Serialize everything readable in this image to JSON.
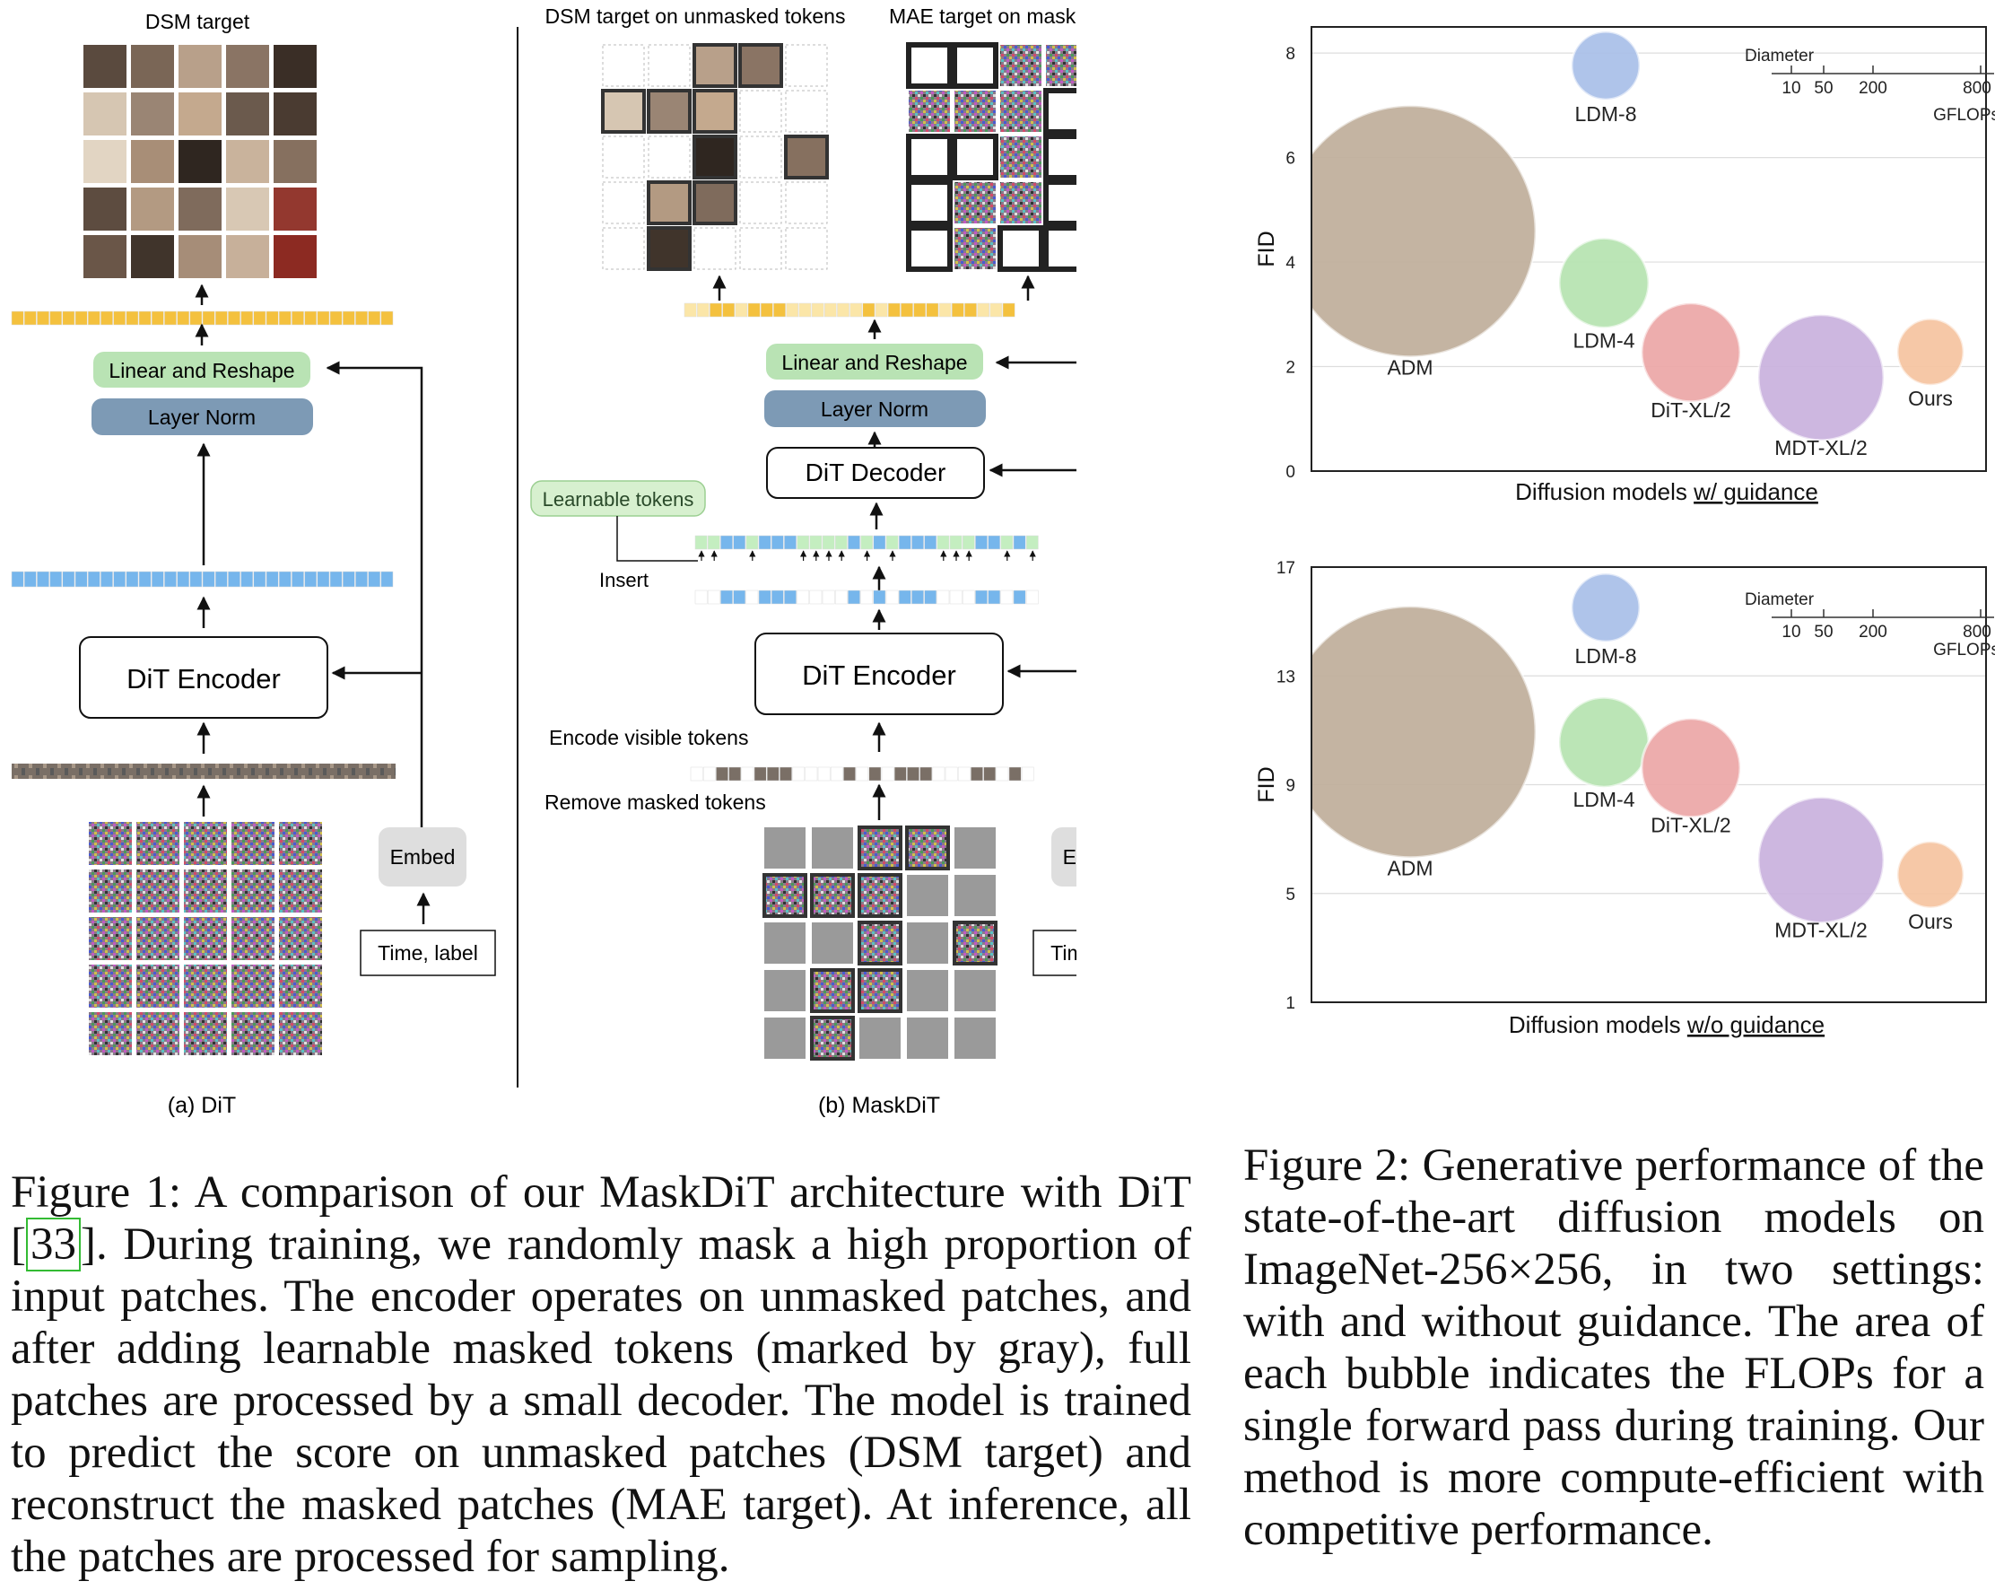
{
  "figure1": {
    "dit": {
      "dsm_target_label": "DSM target",
      "linear_reshape": "Linear and Reshape",
      "layer_norm": "Layer Norm",
      "encoder": "DiT Encoder",
      "embed": "Embed",
      "time_label": "Time, label",
      "panel_label": "(a) DiT"
    },
    "maskdit": {
      "dsm_target_label": "DSM target on unmasked tokens",
      "mae_target_label": "MAE target on masked tokens",
      "linear_reshape": "Linear and Reshape",
      "layer_norm": "Layer Norm",
      "decoder": "DiT Decoder",
      "learnable_tokens": "Learnable tokens",
      "insert": "Insert",
      "encoder": "DiT Encoder",
      "encode_visible": "Encode visible tokens",
      "remove_masked": "Remove masked tokens",
      "embed": "Embed",
      "time_label": "Time, label",
      "panel_label": "(b) MaskDiT"
    },
    "caption": {
      "prefix": "Figure 1:  A comparison of our MaskDiT architecture with DiT ",
      "cite": "33",
      "rest": ".  During training, we randomly mask a high proportion of input patches. The encoder operates on unmasked patches, and after adding learnable masked tokens (marked by gray), full patches are processed by a small decoder. The model is trained to predict the score on unmasked patches (DSM target) and reconstruct the masked patches (MAE target).  At inference, all the patches are processed for sampling."
    }
  },
  "figure2": {
    "caption": "Figure 2:  Generative performance of the state-of-the-art diffusion models on ImageNet-256×256, in two settings: with and without guidance.  The area of each bubble indicates the FLOPs for a single forward pass during training. Our method is more compute-efficient with competitive performance.",
    "size_legend": {
      "title": "Diameter",
      "ticks": [
        "10",
        "50",
        "200",
        "800"
      ],
      "unit": "GFLOPs"
    }
  },
  "chart_data": [
    {
      "type": "scatter",
      "title": "",
      "xlabel_prefix": "Diffusion models ",
      "xlabel_underlined": "w/ guidance",
      "ylabel": "FID",
      "ylim": [
        0,
        8.5
      ],
      "yticks": [
        0,
        2,
        4,
        6,
        8
      ],
      "grid": true,
      "points": [
        {
          "label": "ADM",
          "fid": 4.59,
          "color": "#bfae9a"
        },
        {
          "label": "LDM-8",
          "fid": 7.76,
          "color": "#a8bfe8"
        },
        {
          "label": "LDM-4",
          "fid": 3.6,
          "color": "#b5e3b0"
        },
        {
          "label": "DiT-XL/2",
          "fid": 2.27,
          "color": "#eba6a6"
        },
        {
          "label": "MDT-XL/2",
          "fid": 1.79,
          "color": "#c9b1dd"
        },
        {
          "label": "Ours",
          "fid": 2.28,
          "color": "#f5c3a0"
        }
      ]
    },
    {
      "type": "scatter",
      "title": "",
      "xlabel_prefix": "Diffusion models ",
      "xlabel_underlined": "w/o guidance",
      "ylabel": "FID",
      "ylim": [
        1,
        17
      ],
      "yticks": [
        1,
        5,
        9,
        13,
        17
      ],
      "grid": true,
      "points": [
        {
          "label": "ADM",
          "fid": 10.94,
          "color": "#bfae9a"
        },
        {
          "label": "LDM-8",
          "fid": 15.51,
          "color": "#a8bfe8"
        },
        {
          "label": "LDM-4",
          "fid": 10.56,
          "color": "#b5e3b0"
        },
        {
          "label": "DiT-XL/2",
          "fid": 9.62,
          "color": "#eba6a6"
        },
        {
          "label": "MDT-XL/2",
          "fid": 6.23,
          "color": "#c9b1dd"
        },
        {
          "label": "Ours",
          "fid": 5.69,
          "color": "#f5c3a0"
        }
      ]
    }
  ]
}
